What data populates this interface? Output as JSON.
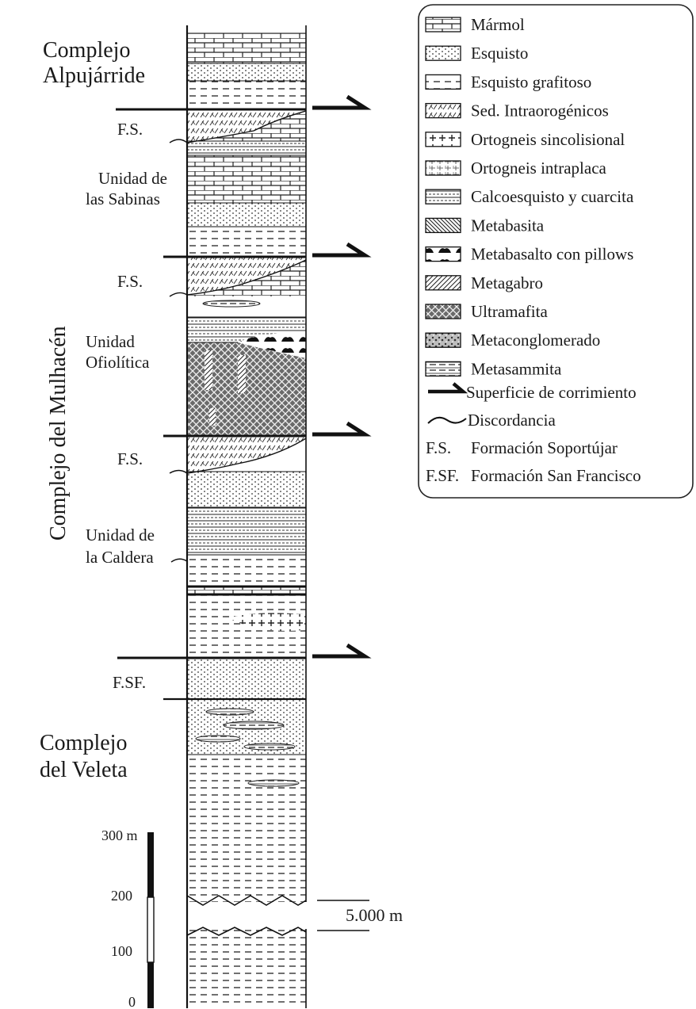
{
  "legend": {
    "items": [
      {
        "pattern": "marble",
        "label": "Mármol"
      },
      {
        "pattern": "schist",
        "label": "Esquisto"
      },
      {
        "pattern": "graph-schist",
        "label": "Esquisto grafitoso"
      },
      {
        "pattern": "intraorog",
        "label": "Sed. Intraorogénicos"
      },
      {
        "pattern": "orto-sin",
        "label": "Ortogneis sincolisional"
      },
      {
        "pattern": "orto-intra",
        "label": "Ortogneis intraplaca"
      },
      {
        "pattern": "calco",
        "label": "Calcoesquisto y cuarcita"
      },
      {
        "pattern": "metabasita",
        "label": "Metabasita"
      },
      {
        "pattern": "pillows",
        "label": "Metabasalto con pillows"
      },
      {
        "pattern": "metagabro",
        "label": "Metagabro"
      },
      {
        "pattern": "ultramafita",
        "label": "Ultramafita"
      },
      {
        "pattern": "metaconglo",
        "label": "Metaconglomerado"
      },
      {
        "pattern": "metasammita",
        "label": "Metasammita"
      }
    ],
    "symbols": [
      {
        "symbol": "thrust",
        "label": "Superficie de corrimiento"
      },
      {
        "symbol": "unconformity",
        "label": "Discordancia"
      }
    ],
    "abbreviations": [
      {
        "abbr": "F.S.",
        "label": "Formación Soportújar"
      },
      {
        "abbr": "F.SF.",
        "label": "Formación San Francisco"
      }
    ]
  },
  "labels": {
    "alpujarride_1": "Complejo",
    "alpujarride_2": "Alpujárride",
    "fs_1": "F.S.",
    "sabinas_1": "Unidad de",
    "sabinas_2": "las Sabinas",
    "fs_2": "F.S.",
    "ofiolitica_1": "Unidad",
    "ofiolitica_2": "Ofiolítica",
    "fs_3": "F.S.",
    "caldera_1": "Unidad de",
    "caldera_2": "la Caldera",
    "fsf": "F.SF.",
    "veleta_1": "Complejo",
    "veleta_2": "del Veleta",
    "mulhacen": "Complejo del Mulhacén"
  },
  "scale": {
    "ticks": [
      "300 m",
      "200",
      "100",
      "0"
    ]
  },
  "break_label": "5.000 m"
}
